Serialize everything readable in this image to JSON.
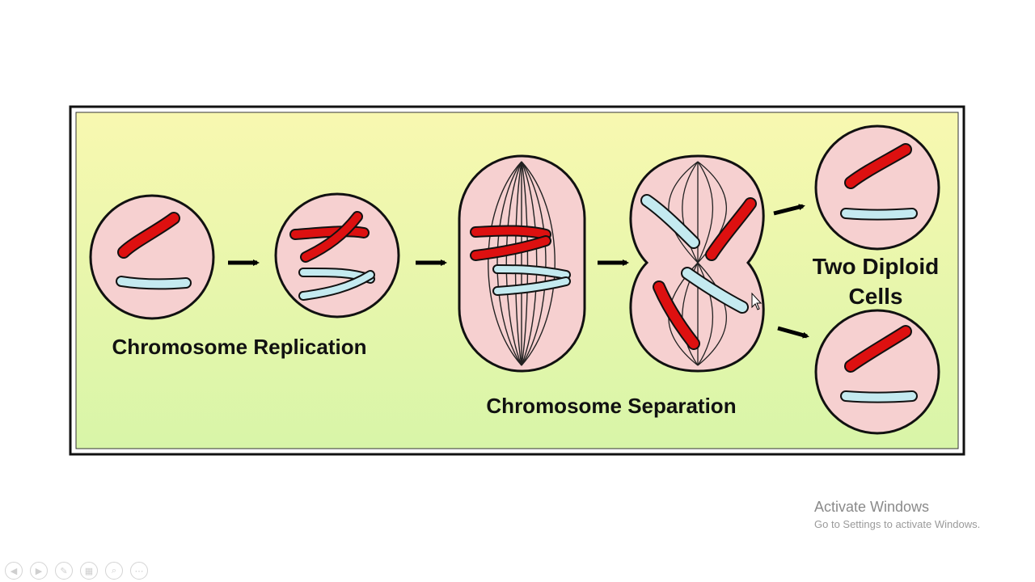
{
  "diagram": {
    "labels": {
      "replication": "Chromosome Replication",
      "separation": "Chromosome Separation",
      "result_line1": "Two Diploid",
      "result_line2": "Cells"
    },
    "colors": {
      "panel_top": "#f8f8b0",
      "panel_bottom": "#d8f5a8",
      "cell_fill": "#f6d0d0",
      "chromosome_red": "#dd1010",
      "chromosome_blue": "#c4eaf0",
      "outline": "#111111"
    }
  },
  "watermark": {
    "title": "Activate Windows",
    "subtitle": "Go to Settings to activate Windows."
  },
  "controls": [
    {
      "name": "prev-slide-icon",
      "glyph": "◀"
    },
    {
      "name": "next-slide-icon",
      "glyph": "▶"
    },
    {
      "name": "pen-icon",
      "glyph": "✎"
    },
    {
      "name": "slides-grid-icon",
      "glyph": "▦"
    },
    {
      "name": "zoom-icon",
      "glyph": "⌕"
    },
    {
      "name": "more-options-icon",
      "glyph": "⋯"
    }
  ]
}
